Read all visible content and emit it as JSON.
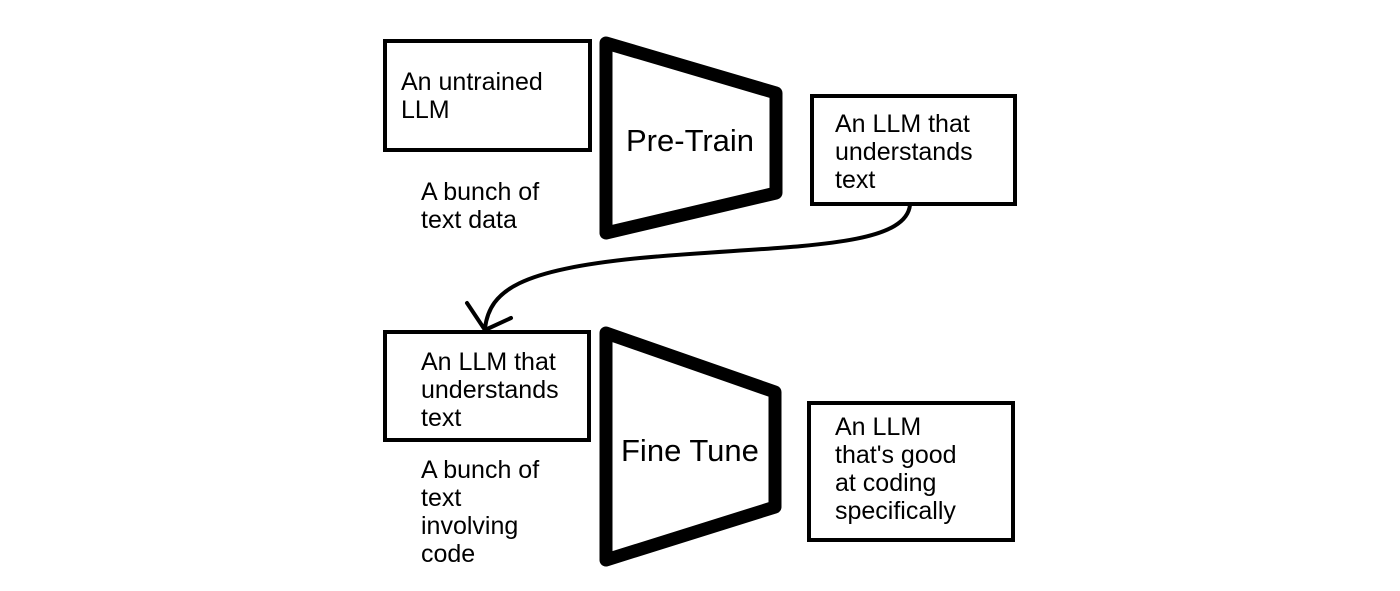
{
  "colors": {
    "stroke": "#000000",
    "background": "#ffffff"
  },
  "pretrain": {
    "input_model": "An untrained\nLLM",
    "input_data": "A bunch of\ntext data",
    "stage": "Pre-Train",
    "output_model": "An LLM that\nunderstands\ntext"
  },
  "finetune": {
    "input_model": "An LLM that\nunderstands\ntext",
    "input_data": "A bunch of\ntext\ninvolving\ncode",
    "stage": "Fine Tune",
    "output_model": "An LLM\nthat's good\nat coding\nspecifically"
  },
  "connector": {
    "from": "pretrain-output-model",
    "to": "finetune-input-model",
    "arrow": "arrow-icon"
  }
}
